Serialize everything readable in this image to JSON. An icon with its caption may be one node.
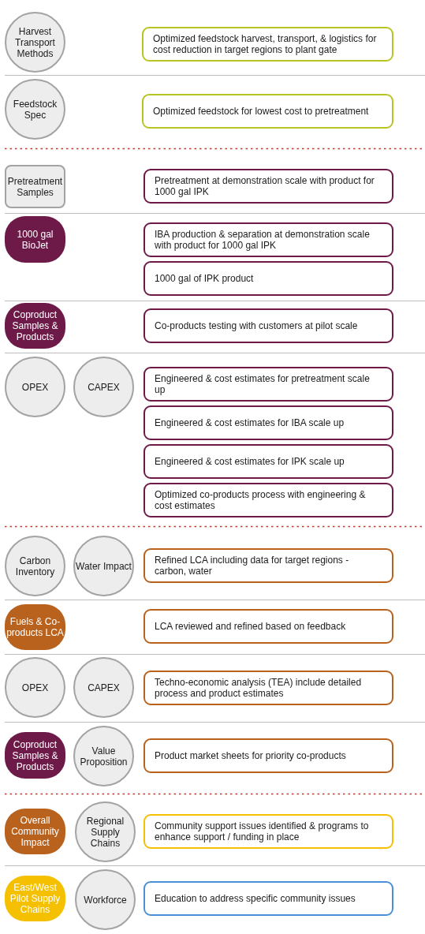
{
  "diagram": {
    "nodes": [
      {
        "text": [
          "Harvest Transport Methods"
        ]
      },
      {
        "text": [
          "Optimized feedstock harvest, transport, & logistics for cost reduction in target regions to plant gate"
        ]
      },
      {
        "text": [
          "Feedstock Spec"
        ]
      },
      {
        "text": [
          "Optimized feedstock for lowest cost to pretreatment"
        ]
      },
      {
        "text": [
          "Pretreatment Samples"
        ]
      },
      {
        "text": [
          "Pretreatment at demonstration scale with product for 1000 gal IPK"
        ]
      },
      {
        "text": [
          "1000 gal BioJet"
        ]
      },
      {
        "text": [
          "IBA production & separation at demonstration scale with product for 1000 gal IPK"
        ]
      },
      {
        "text": [
          "1000 gal of IPK product"
        ]
      },
      {
        "text": [
          "Coproduct Samples & Products"
        ]
      },
      {
        "text": [
          "Co-products testing with customers at pilot scale"
        ]
      },
      {
        "text": [
          "OPEX"
        ]
      },
      {
        "text": [
          "CAPEX"
        ]
      },
      {
        "text": [
          "Engineered & cost estimates for pretreatment scale up"
        ]
      },
      {
        "text": [
          "Engineered & cost estimates for IBA scale up"
        ]
      },
      {
        "text": [
          "Engineered & cost estimates for IPK scale up"
        ]
      },
      {
        "text": [
          "Optimized co-products process with engineering & cost estimates"
        ]
      },
      {
        "text": [
          "Carbon Inventory"
        ]
      },
      {
        "text": [
          "Water Impact"
        ]
      },
      {
        "text": [
          "Refined LCA including data for target regions - carbon, water"
        ]
      },
      {
        "text": [
          "Fuels & Co-products LCA"
        ]
      },
      {
        "text": [
          "LCA reviewed and refined based on feedback"
        ]
      },
      {
        "text": [
          "OPEX"
        ]
      },
      {
        "text": [
          "CAPEX"
        ]
      },
      {
        "text": [
          "Techno-economic analysis (TEA) include detailed process and product estimates"
        ]
      },
      {
        "text": [
          "Coproduct Samples & Products"
        ]
      },
      {
        "text": [
          "Value Proposition"
        ]
      },
      {
        "text": [
          "Product market sheets for priority co-products"
        ]
      },
      {
        "text": [
          "Overall Community Impact"
        ]
      },
      {
        "text": [
          "Regional Supply Chains"
        ]
      },
      {
        "text": [
          "Community support issues identified & programs to enhance support / funding in place"
        ]
      },
      {
        "text": [
          "East/West Pilot Supply Chains"
        ]
      },
      {
        "text": [
          "Workforce"
        ]
      },
      {
        "text": [
          "Education to address specific community issues"
        ]
      }
    ]
  }
}
